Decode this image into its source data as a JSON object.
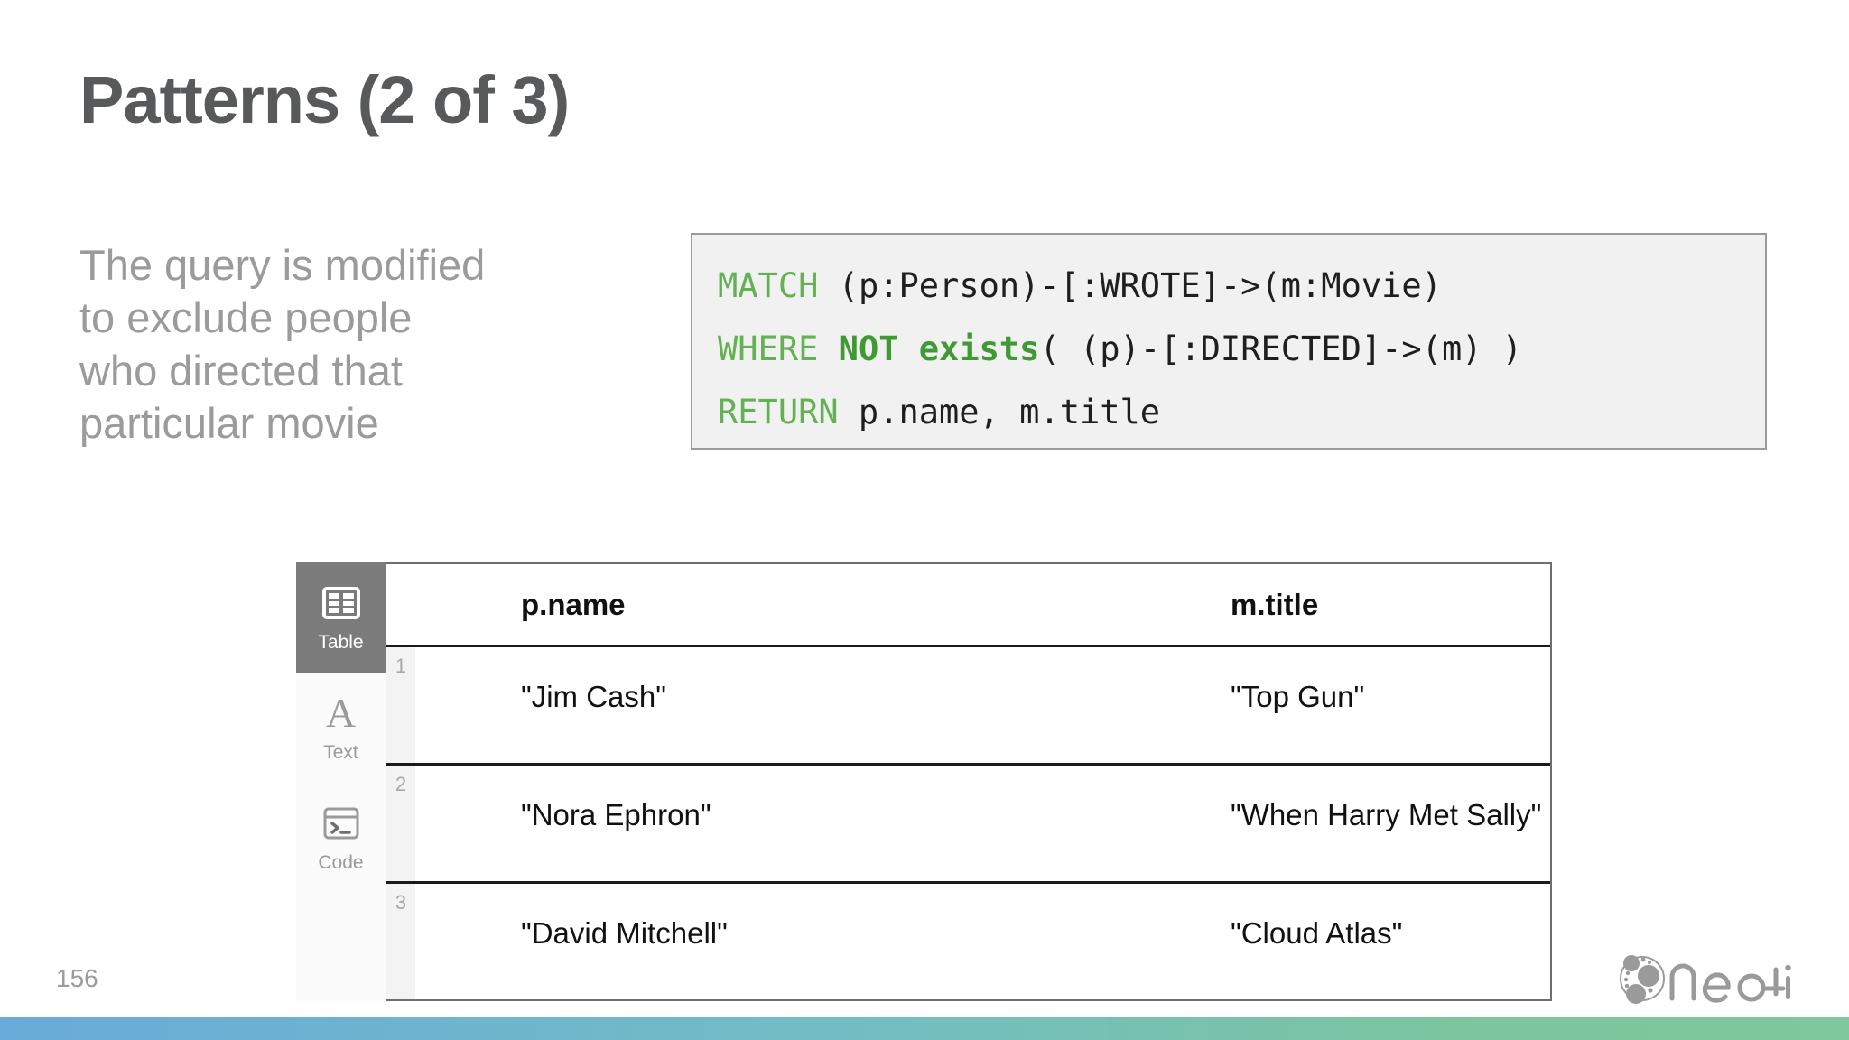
{
  "slide": {
    "title": "Patterns (2 of 3)",
    "page_number": "156",
    "brand": "neo4j"
  },
  "lead_text": {
    "line1": "The query is modified",
    "line2": "to exclude people",
    "line3": "who directed that",
    "line4": "particular movie"
  },
  "code": {
    "language": "cypher",
    "colors": {
      "keyword": "#64b054",
      "keyword_bold": "#3f9a34",
      "text": "#1f1f1f",
      "background": "#f1f1f1"
    },
    "line1": {
      "keyword": "MATCH",
      "rest": " (p:Person)-[:WROTE]->(m:Movie)"
    },
    "line2": {
      "keyword": "WHERE",
      "bold": " NOT exists",
      "rest": "( (p)-[:DIRECTED]->(m) )"
    },
    "line3": {
      "keyword": "RETURN",
      "rest": " p.name, m.title"
    },
    "full_text": "MATCH (p:Person)-[:WROTE]->(m:Movie)\nWHERE NOT exists( (p)-[:DIRECTED]->(m) )\nRETURN p.name, m.title"
  },
  "results_panel": {
    "sidebar": [
      {
        "id": "table",
        "label": "Table",
        "icon": "table-grid-icon",
        "active": true
      },
      {
        "id": "text",
        "label": "Text",
        "icon": "letter-a-icon",
        "active": false
      },
      {
        "id": "code",
        "label": "Code",
        "icon": "terminal-icon",
        "active": false
      }
    ],
    "table": {
      "columns": [
        "p.name",
        "m.title"
      ],
      "rows": [
        {
          "num": "1",
          "p_name": "\"Jim Cash\"",
          "m_title": "\"Top Gun\""
        },
        {
          "num": "2",
          "p_name": "\"Nora Ephron\"",
          "m_title": "\"When Harry Met Sally\""
        },
        {
          "num": "3",
          "p_name": "\"David Mitchell\"",
          "m_title": "\"Cloud Atlas\""
        }
      ]
    }
  },
  "footer": {
    "gradient_start": "#69abd9",
    "gradient_end": "#7fc79c"
  }
}
